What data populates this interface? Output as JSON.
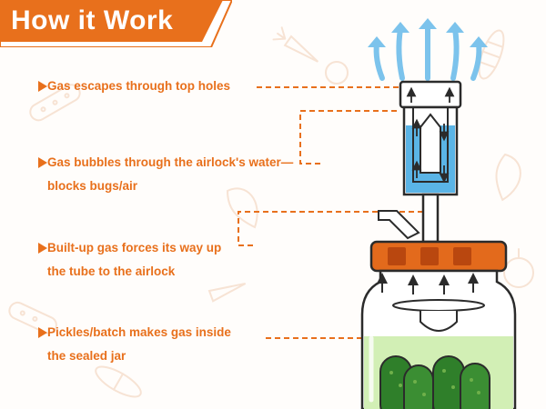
{
  "header": {
    "title": "How it Work"
  },
  "steps": [
    {
      "lines": [
        "Gas escapes through top holes"
      ]
    },
    {
      "lines": [
        "Gas bubbles through the airlock's water—",
        "blocks bugs/air"
      ]
    },
    {
      "lines": [
        "Built-up gas forces its way up",
        "the tube to the airlock"
      ]
    },
    {
      "lines": [
        "Pickles/batch makes gas inside",
        "the sealed jar"
      ]
    }
  ],
  "colors": {
    "accent": "#e8701c",
    "lid": "#e36a1c",
    "lid_dark": "#b9470f",
    "water": "#5ab4e6",
    "gas_arrow": "#7cc3ec",
    "brine": "#d2efb5",
    "pickle": "#2f7f2a",
    "pickle_light": "#6fb04a",
    "outline": "#2b2b2b"
  }
}
